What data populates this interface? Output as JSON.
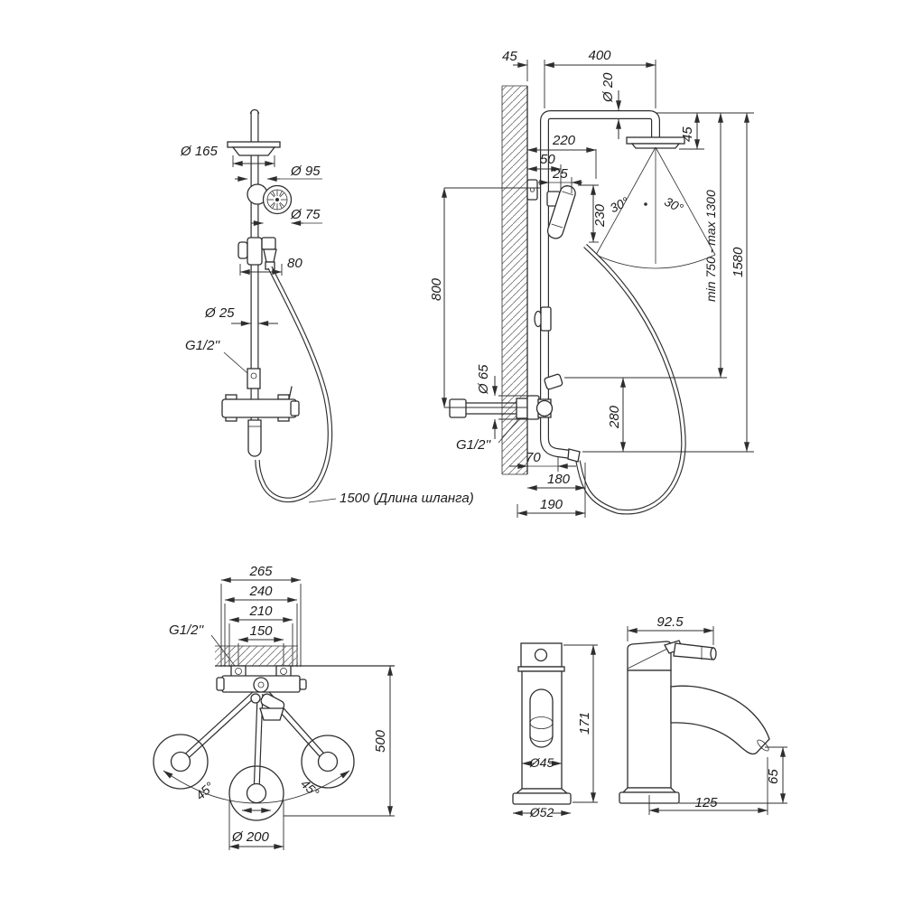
{
  "front": {
    "d165": "Ø 165",
    "d95": "Ø 95",
    "d75": "Ø 75",
    "w80": "80",
    "d25": "Ø 25",
    "g12": "G1/2''",
    "hose_len": "1500 (Длина шланга)"
  },
  "side": {
    "wall_offset": "45",
    "reach": "400",
    "pipe_d": "Ø 20",
    "head_drop": "45",
    "w220": "220",
    "w50": "50",
    "w25": "25",
    "h230": "230",
    "angle_l": "30°",
    "angle_r": "30°",
    "h800": "800",
    "range": "min 750 - max 1300",
    "total": "1580",
    "d65": "Ø 65",
    "h280": "280",
    "g12": "G1/2''",
    "w70": "70",
    "w180": "180",
    "w190": "190"
  },
  "plan": {
    "w265": "265",
    "w240": "240",
    "w210": "210",
    "w150": "150",
    "g12": "G1/2''",
    "h500": "500",
    "angle_l": "45°",
    "angle_r": "45°",
    "d200": "Ø 200"
  },
  "faucet_front": {
    "h171": "171",
    "d45": "Ø45",
    "d52": "Ø52"
  },
  "faucet_side": {
    "w925": "92.5",
    "h65": "65",
    "w125": "125"
  },
  "colors": {
    "line": "#2e2e2e",
    "background": "#ffffff"
  }
}
